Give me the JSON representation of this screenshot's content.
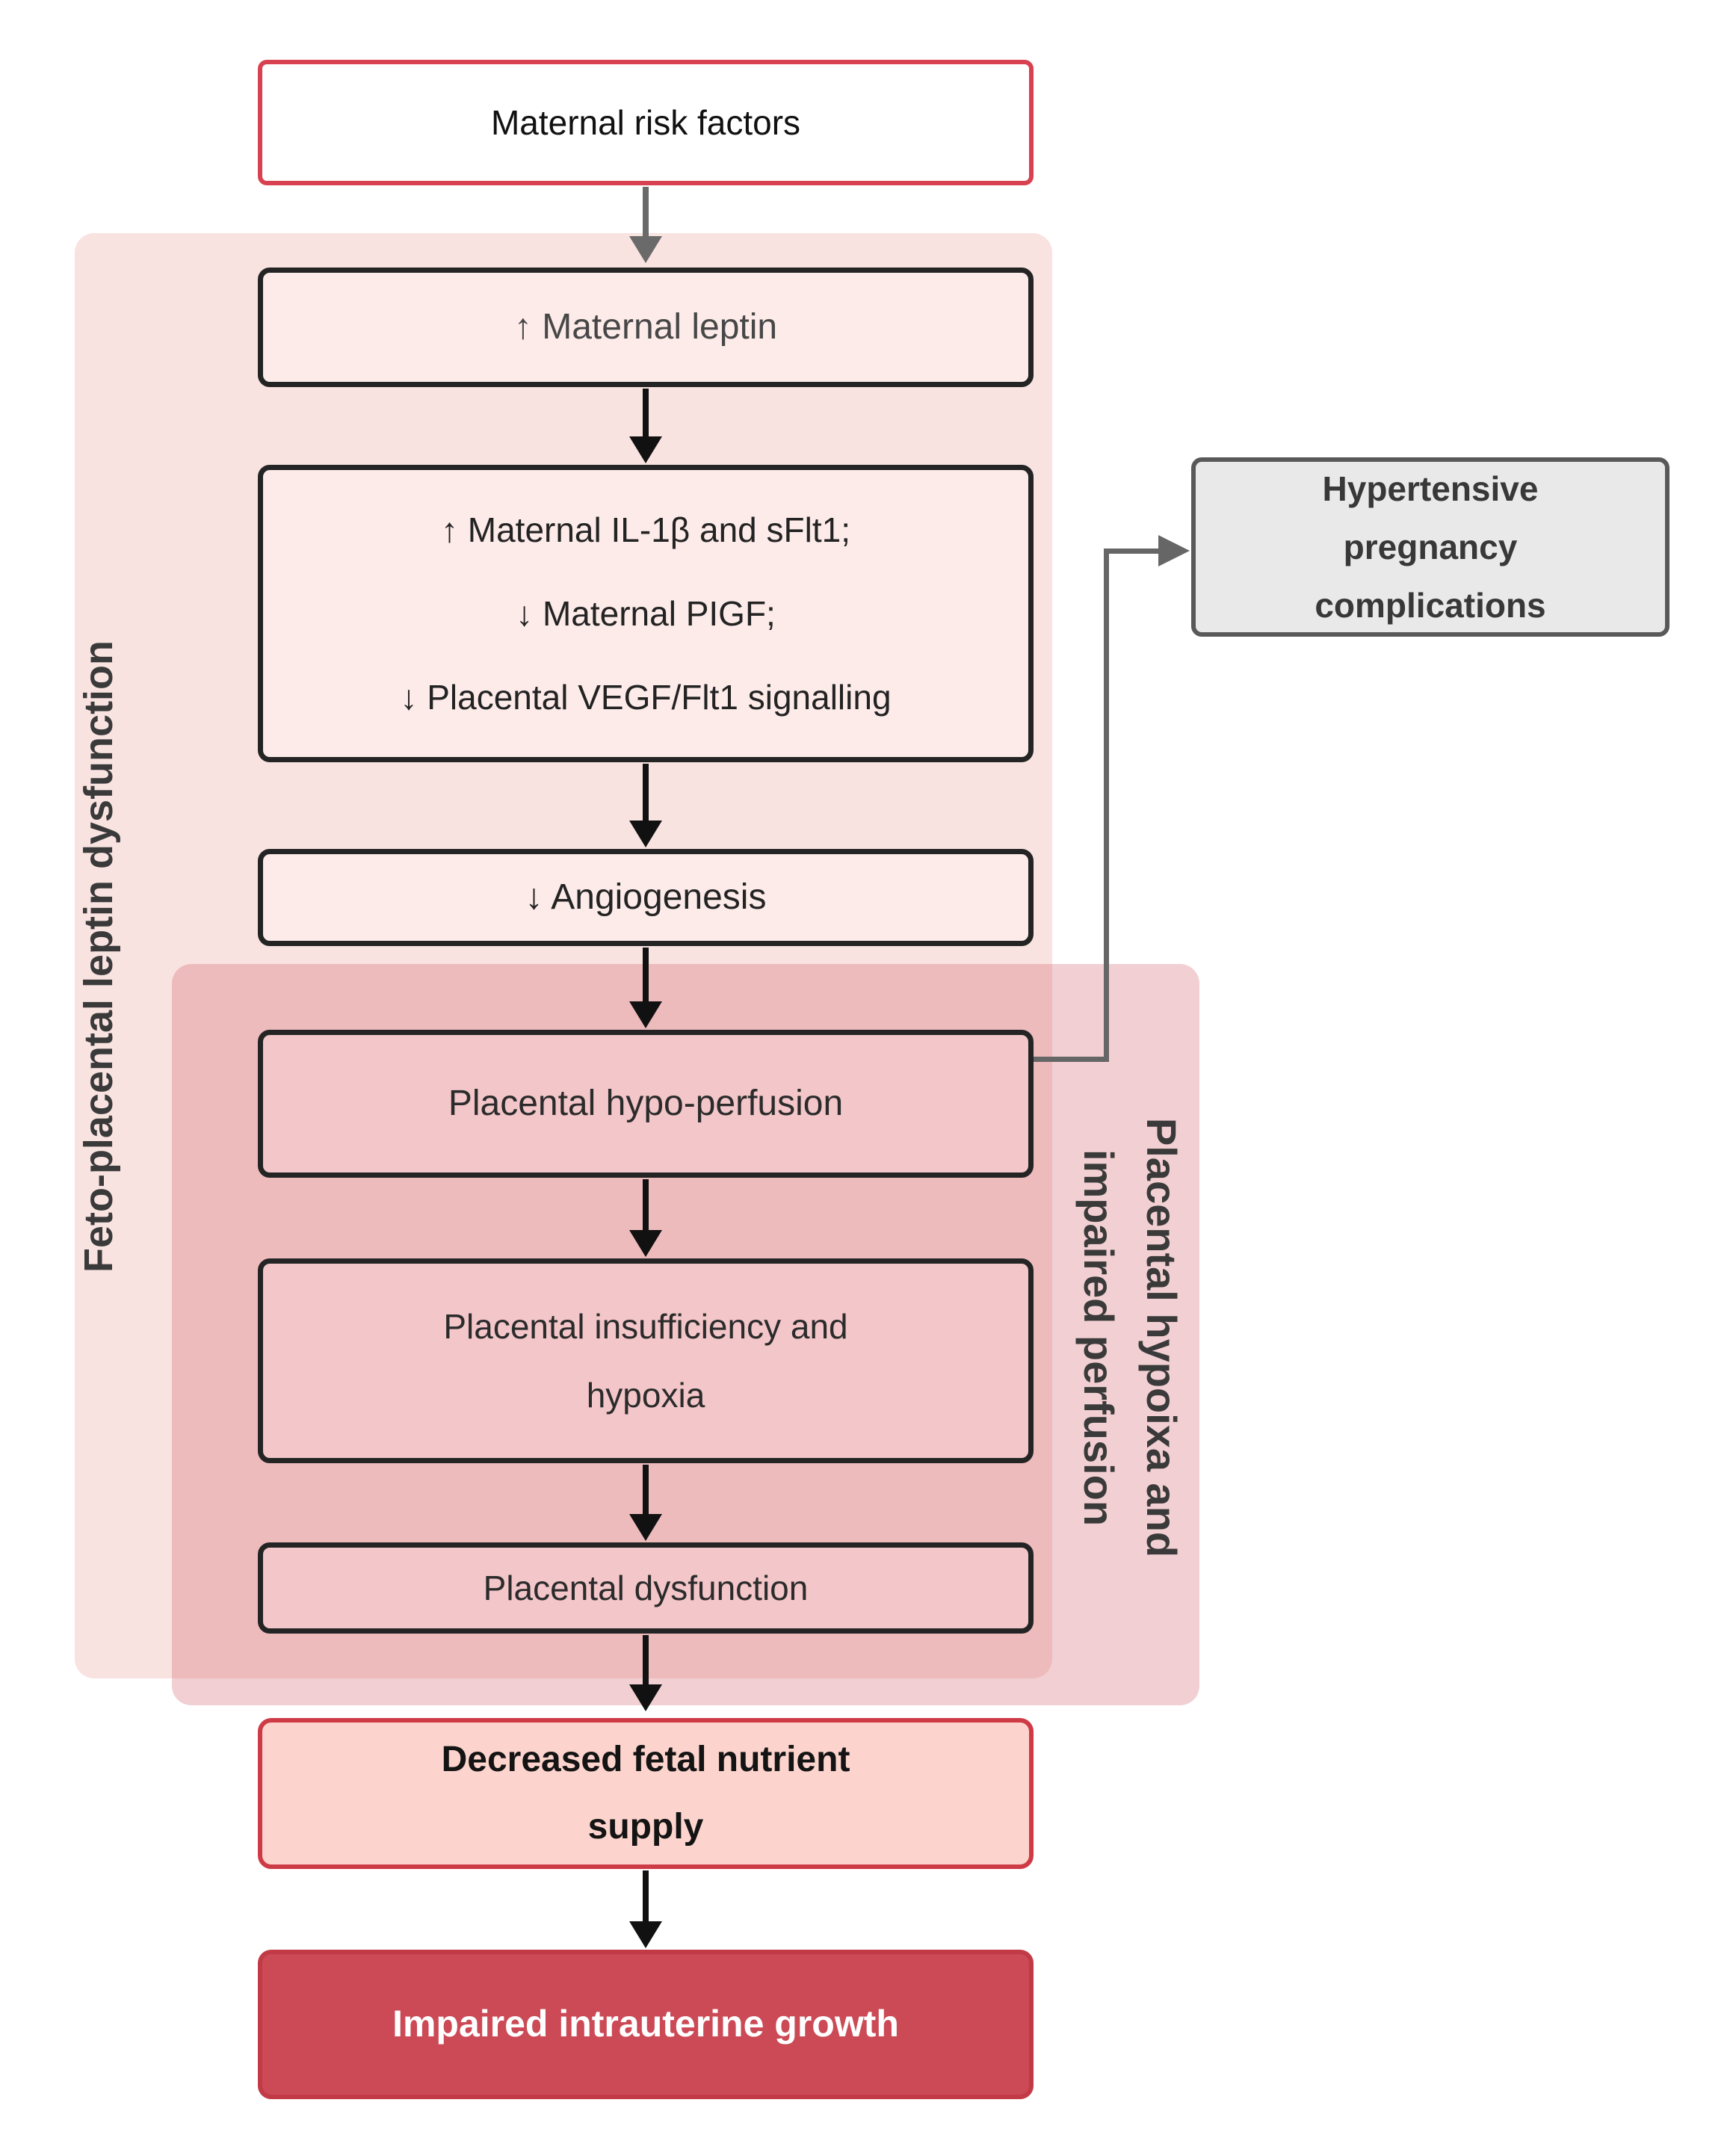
{
  "diagram": {
    "type": "flowchart",
    "description": "Pathway from maternal risk factors to impaired intrauterine growth"
  },
  "nodes": {
    "risk": {
      "label": "Maternal risk factors"
    },
    "leptin": {
      "label": "↑ Maternal leptin"
    },
    "mediators": {
      "lines": [
        "↑ Maternal IL-1β and sFlt1;",
        "↓ Maternal PIGF;",
        "↓ Placental VEGF/Flt1 signalling"
      ]
    },
    "angiogenesis": {
      "label": "↓ Angiogenesis"
    },
    "hypoperfusion": {
      "label": "Placental hypo-perfusion"
    },
    "insufficiency": {
      "lines": [
        "Placental insufficiency and",
        "hypoxia"
      ]
    },
    "dysfunction": {
      "label": "Placental dysfunction"
    },
    "nutrient": {
      "lines": [
        "Decreased fetal nutrient",
        "supply"
      ]
    },
    "growth": {
      "label": "Impaired intrauterine growth"
    },
    "hypertensive": {
      "lines": [
        "Hypertensive",
        "pregnancy",
        "complications"
      ]
    }
  },
  "side_labels": {
    "left": "Feto-placental leptin dysfunction",
    "right_lines": [
      "Placental hypoixa and",
      "impaired perfusion"
    ]
  },
  "edges": [
    {
      "from": "risk",
      "to": "leptin",
      "color": "#6a6a6a"
    },
    {
      "from": "leptin",
      "to": "mediators",
      "color": "#111111"
    },
    {
      "from": "mediators",
      "to": "angiogenesis",
      "color": "#111111"
    },
    {
      "from": "angiogenesis",
      "to": "hypoperfusion",
      "color": "#111111"
    },
    {
      "from": "hypoperfusion",
      "to": "insufficiency",
      "color": "#111111"
    },
    {
      "from": "insufficiency",
      "to": "dysfunction",
      "color": "#111111"
    },
    {
      "from": "dysfunction",
      "to": "nutrient",
      "color": "#111111"
    },
    {
      "from": "nutrient",
      "to": "growth",
      "color": "#111111"
    },
    {
      "from": "hypoperfusion",
      "to": "hypertensive",
      "color": "#666666",
      "shape": "elbow"
    }
  ],
  "colors": {
    "risk_border": "#d8414f",
    "panel_pink": "#f9e3e1",
    "light_box_fill": "#fcebe9",
    "rose_overlay": "rgba(213,97,106,0.30)",
    "rose_box_fill": "#f3c6c9",
    "nutrient_fill": "#fcd4cd",
    "nutrient_border": "#ce3a46",
    "growth_fill": "#cb4a56",
    "growth_border": "#c13a46",
    "hypertensive_fill": "#e9e9e9",
    "hypertensive_border": "#595959",
    "box_border": "#242424",
    "side_label_text": "#3a3a3a"
  }
}
